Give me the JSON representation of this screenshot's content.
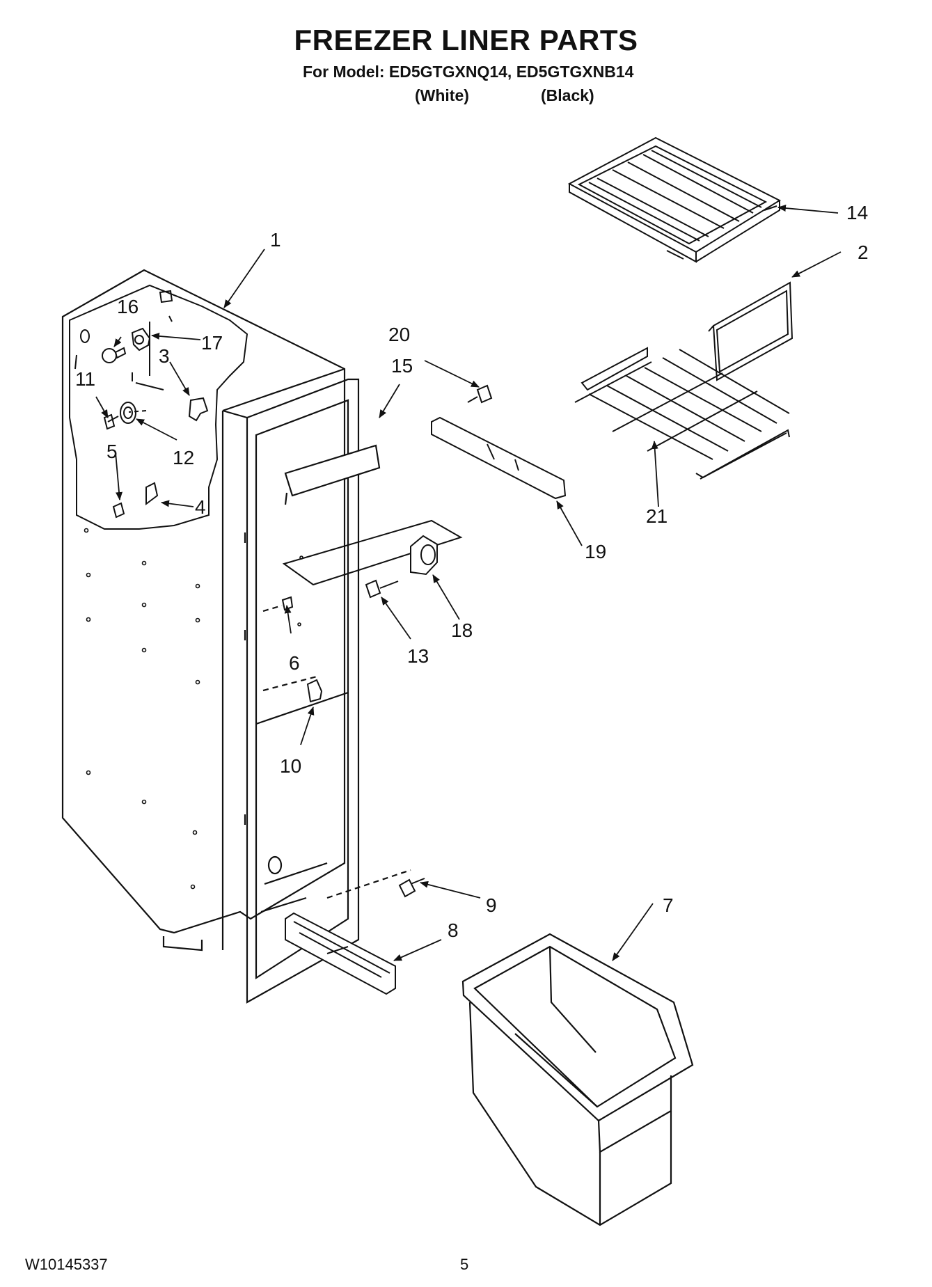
{
  "header": {
    "title": "FREEZER LINER PARTS",
    "model_line": "For Model: ED5GTGXNQ14, ED5GTGXNB14",
    "variant_white": "(White)",
    "variant_black": "(Black)"
  },
  "callouts": [
    "1",
    "2",
    "3",
    "4",
    "5",
    "6",
    "7",
    "8",
    "9",
    "10",
    "11",
    "12",
    "13",
    "14",
    "15",
    "16",
    "17",
    "18",
    "19",
    "20",
    "21"
  ],
  "footer": {
    "doc_number": "W10145337",
    "page_number": "5"
  }
}
